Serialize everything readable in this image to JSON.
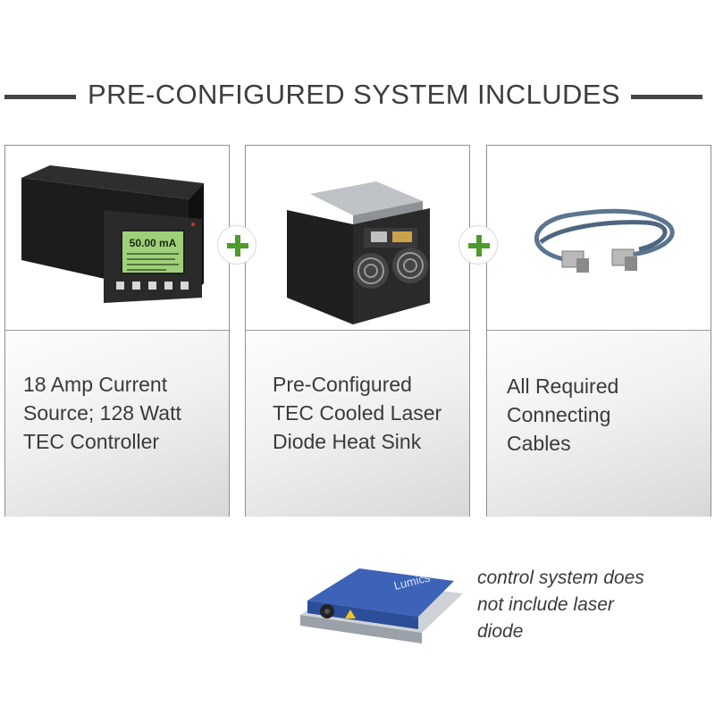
{
  "header": {
    "title": "PRE-CONFIGURED SYSTEM INCLUDES"
  },
  "products": [
    {
      "icon": "current-source-tec-controller-photo",
      "display_reading": "50.00 mA",
      "description_lines": [
        "18 Amp Current",
        "Source; 128 Watt",
        "TEC Controller"
      ]
    },
    {
      "icon": "laser-diode-heat-sink-photo",
      "description_lines": [
        "Pre-Configured",
        "TEC Cooled Laser",
        "Diode Heat Sink"
      ]
    },
    {
      "icon": "connecting-cables-photo",
      "description_lines": [
        "All Required",
        "Connecting",
        "Cables"
      ]
    }
  ],
  "plus_icons": [
    "plus-icon",
    "plus-icon"
  ],
  "footer": {
    "laser_brand": "Lumics",
    "note_lines": [
      "control system does",
      "not include laser",
      "diode"
    ]
  },
  "colors": {
    "accent_green": "#4e9a2a",
    "rule": "#444444",
    "text": "#3a3a3a"
  }
}
